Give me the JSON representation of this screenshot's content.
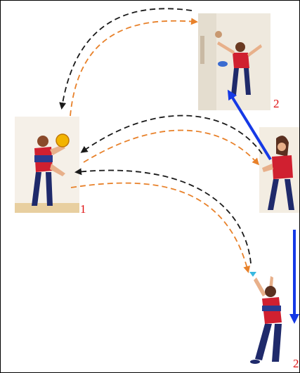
{
  "positions": [
    {
      "id": "player-1",
      "label": "1"
    },
    {
      "id": "player-2-top",
      "label": "2"
    },
    {
      "id": "player-2-right",
      "label": ""
    },
    {
      "id": "player-2-bottom",
      "label": "2"
    }
  ],
  "colors": {
    "label": "#e01010",
    "pass_path": "#1a1a1a",
    "return_path": "#e8812a",
    "movement": "#1539e6",
    "ball": "#f2b400",
    "shirt_red": "#d02030",
    "shirt_blue": "#2a3b8f",
    "pants": "#1f2a6b",
    "floor": "#e8cfa0",
    "photo_bg": "#f3ede2"
  },
  "icons": {
    "ball": "volleyball-icon",
    "players": "player-figure-icon"
  }
}
